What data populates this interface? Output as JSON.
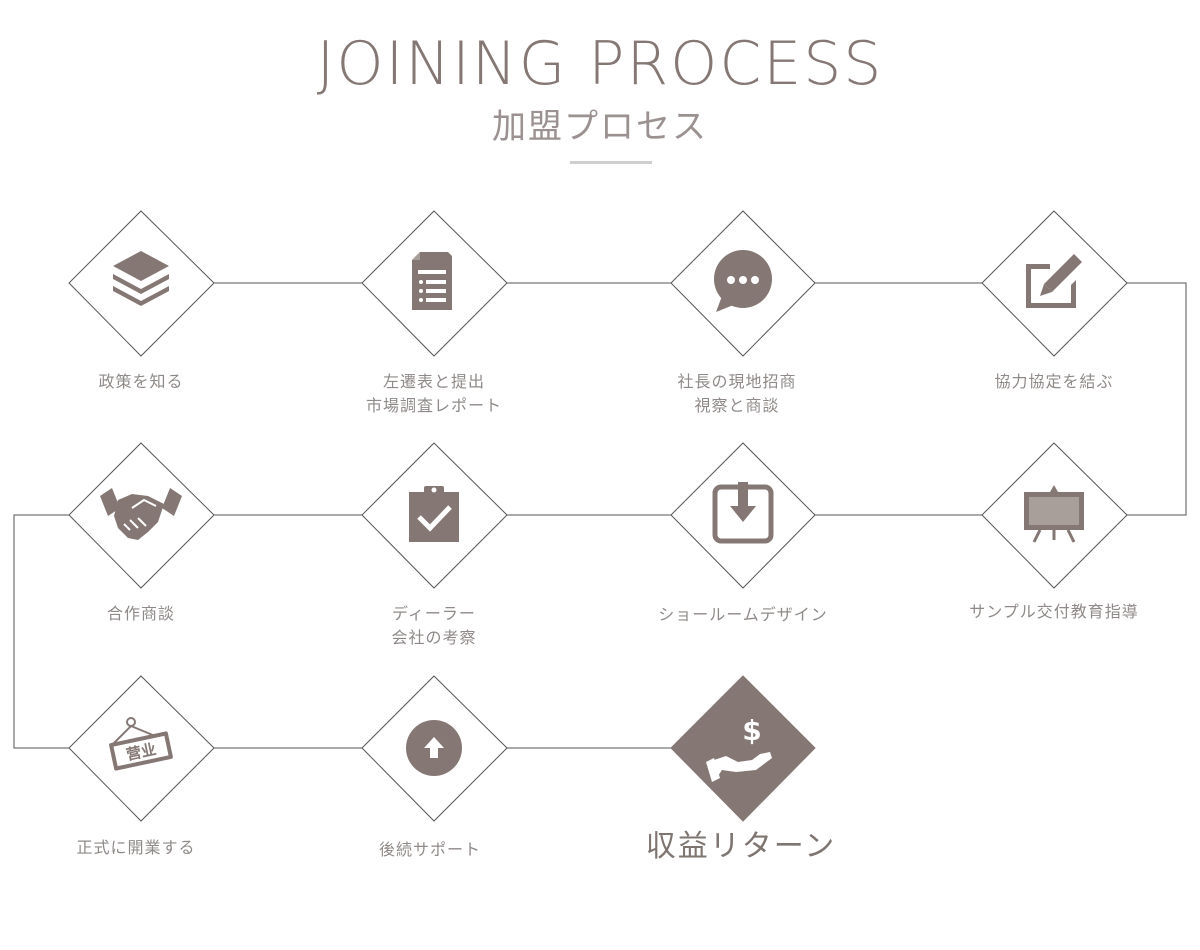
{
  "header": {
    "title": "JOINING PROCESS",
    "subtitle": "加盟プロセス"
  },
  "colors": {
    "accent": "#857874",
    "line": "#555555",
    "label": "#8f8a88"
  },
  "steps": [
    {
      "icon": "layers-icon",
      "lines": [
        "政策を知る"
      ]
    },
    {
      "icon": "document-list-icon",
      "lines": [
        "左遷表と提出",
        "市場調査レポート"
      ]
    },
    {
      "icon": "chat-bubble-icon",
      "lines": [
        "社長の現地招商",
        "視察と商談"
      ]
    },
    {
      "icon": "edit-pencil-icon",
      "lines": [
        "協力協定を結ぶ"
      ]
    },
    {
      "icon": "easel-board-icon",
      "lines": [
        "サンプル交付教育指導"
      ]
    },
    {
      "icon": "download-tray-icon",
      "lines": [
        "ショールームデザイン"
      ]
    },
    {
      "icon": "clipboard-check-icon",
      "lines": [
        "ディーラー",
        "会社の考察"
      ]
    },
    {
      "icon": "handshake-icon",
      "lines": [
        "合作商談"
      ]
    },
    {
      "icon": "open-sign-icon",
      "lines": [
        "正式に開業する"
      ],
      "sign_text": "营业"
    },
    {
      "icon": "upload-arrow-icon",
      "lines": [
        "後続サポート"
      ]
    },
    {
      "icon": "money-hand-icon",
      "lines": [
        "収益リターン"
      ]
    }
  ]
}
